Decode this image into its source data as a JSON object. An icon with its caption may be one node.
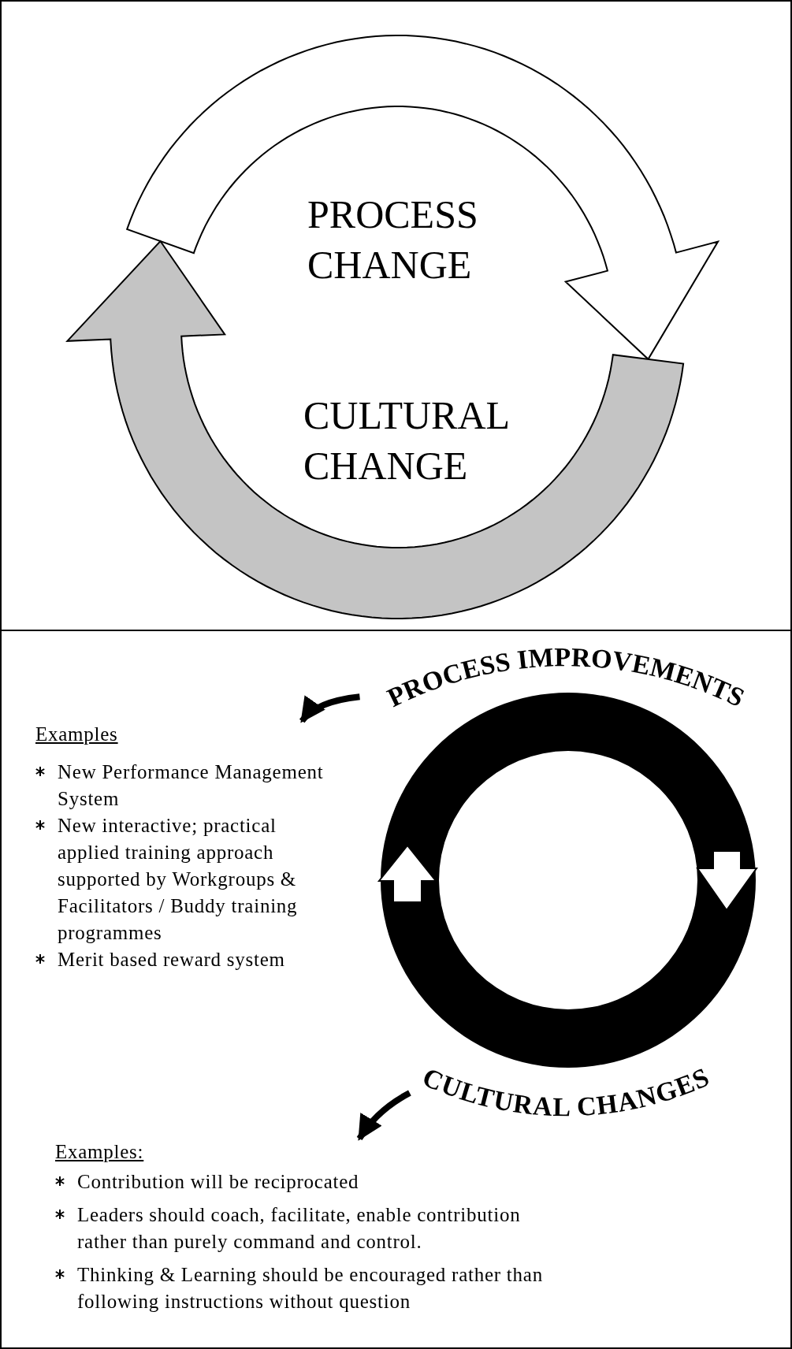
{
  "diagram": {
    "nodes": [
      {
        "text": [
          "PROCESS CHANGE"
        ]
      },
      {
        "text": [
          "CULTURAL CHANGE"
        ]
      },
      {
        "text": [
          "PROCESS IMPROVEMENTS"
        ]
      },
      {
        "text": [
          "Examples",
          "New Performance Management System",
          "New interactive; practical applied training approach supported by Workgroups & Facilitators / Buddy training programmes",
          "Merit based reward system"
        ]
      },
      {
        "text": [
          "CULTURAL CHANGES"
        ]
      },
      {
        "text": [
          "Examples:",
          "Contribution will be reciprocated",
          "Leaders should coach, facilitate, enable contribution rather than purely command and control.",
          "Thinking & Learning should be encouraged rather than following instructions without question"
        ]
      }
    ],
    "edges": [
      {
        "from": 0,
        "to": 1,
        "arrow": "to",
        "style": "thick"
      },
      {
        "from": 1,
        "to": 0,
        "arrow": "to",
        "style": "thick",
        "color": "#c4c4c4"
      },
      {
        "from": 2,
        "to": 3,
        "arrow": "to"
      },
      {
        "from": 4,
        "to": 5,
        "arrow": "to"
      }
    ]
  }
}
